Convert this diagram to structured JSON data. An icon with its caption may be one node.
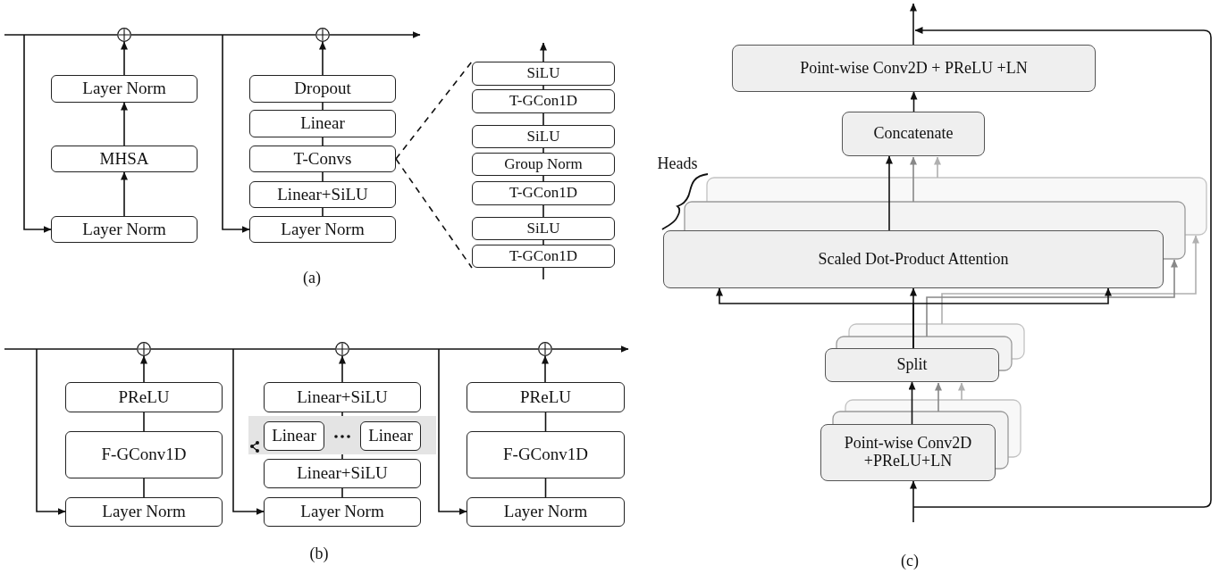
{
  "diagram": {
    "nodes": [
      {
        "text": [],
        "shape": "circle"
      },
      {
        "text": [],
        "shape": "circle"
      },
      {
        "text": [
          "Layer Norm"
        ]
      },
      {
        "text": [
          "MHSA"
        ]
      },
      {
        "text": [
          "Layer Norm"
        ]
      },
      {
        "text": [
          "Dropout"
        ]
      },
      {
        "text": [
          "Linear"
        ]
      },
      {
        "text": [
          "T-Convs"
        ]
      },
      {
        "text": [
          "Linear+SiLU"
        ]
      },
      {
        "text": [
          "Layer Norm"
        ]
      },
      {
        "text": [
          "SiLU"
        ]
      },
      {
        "text": [
          "T-GCon1D"
        ]
      },
      {
        "text": [
          "SiLU"
        ]
      },
      {
        "text": [
          "Group Norm"
        ]
      },
      {
        "text": [
          "T-GCon1D"
        ]
      },
      {
        "text": [
          "SiLU"
        ]
      },
      {
        "text": [
          "T-GCon1D"
        ]
      },
      {
        "text": [],
        "shape": "circle"
      },
      {
        "text": [],
        "shape": "circle"
      },
      {
        "text": [],
        "shape": "circle"
      },
      {
        "text": [
          "PReLU"
        ]
      },
      {
        "text": [
          "F-GConv1D"
        ]
      },
      {
        "text": [
          "Layer Norm"
        ]
      },
      {
        "text": [
          "Linear+SiLU"
        ]
      },
      {
        "text": [],
        "shape": "box"
      },
      {
        "text": [
          "Linear"
        ],
        "in": 24
      },
      {
        "text": [
          "Linear"
        ],
        "in": 24
      },
      {
        "text": [
          "Linear+SiLU"
        ]
      },
      {
        "text": [
          "Layer Norm"
        ]
      },
      {
        "text": [
          "PReLU"
        ]
      },
      {
        "text": [
          "F-GConv1D"
        ]
      },
      {
        "text": [
          "Layer Norm"
        ]
      },
      {
        "text": [
          "Point-wise Conv2D + PReLU +LN"
        ]
      },
      {
        "text": [
          "Concatenate"
        ]
      },
      {
        "text": [
          "Scaled Dot-Product Attention"
        ]
      },
      {
        "text": [
          "Split"
        ]
      },
      {
        "text": [
          "Point-wise Conv2D +PReLU+LN"
        ]
      }
    ],
    "edges": [
      {
        "from": null,
        "to": 0,
        "arrow": "none"
      },
      {
        "from": 0,
        "to": 1,
        "arrow": "none"
      },
      {
        "from": 1,
        "to": null,
        "arrow": "to"
      },
      {
        "from": null,
        "to": 4,
        "arrow": "to"
      },
      {
        "from": 4,
        "to": 3,
        "arrow": "to"
      },
      {
        "from": 3,
        "to": 2,
        "arrow": "to"
      },
      {
        "from": 2,
        "to": 0,
        "arrow": "to"
      },
      {
        "from": null,
        "to": 9,
        "arrow": "to"
      },
      {
        "from": 9,
        "to": 8,
        "arrow": "none"
      },
      {
        "from": 8,
        "to": 7,
        "arrow": "none"
      },
      {
        "from": 7,
        "to": 6,
        "arrow": "none"
      },
      {
        "from": 6,
        "to": 5,
        "arrow": "none"
      },
      {
        "from": 5,
        "to": 1,
        "arrow": "to"
      },
      {
        "from": 7,
        "to": 10,
        "arrow": "none",
        "style": "dashed"
      },
      {
        "from": 7,
        "to": 16,
        "arrow": "none",
        "style": "dashed"
      },
      {
        "from": null,
        "to": 16,
        "arrow": "none"
      },
      {
        "from": 16,
        "to": 15,
        "arrow": "none"
      },
      {
        "from": 15,
        "to": 14,
        "arrow": "none"
      },
      {
        "from": 14,
        "to": 13,
        "arrow": "none"
      },
      {
        "from": 13,
        "to": 12,
        "arrow": "none"
      },
      {
        "from": 12,
        "to": 11,
        "arrow": "none"
      },
      {
        "from": 11,
        "to": 10,
        "arrow": "none"
      },
      {
        "from": 10,
        "to": null,
        "arrow": "to"
      },
      {
        "from": null,
        "to": 17,
        "arrow": "none"
      },
      {
        "from": 17,
        "to": 18,
        "arrow": "none"
      },
      {
        "from": 18,
        "to": 19,
        "arrow": "none"
      },
      {
        "from": 19,
        "to": null,
        "arrow": "to"
      },
      {
        "from": null,
        "to": 22,
        "arrow": "to"
      },
      {
        "from": 22,
        "to": 21,
        "arrow": "none"
      },
      {
        "from": 21,
        "to": 20,
        "arrow": "none"
      },
      {
        "from": 20,
        "to": 17,
        "arrow": "to"
      },
      {
        "from": null,
        "to": 28,
        "arrow": "to"
      },
      {
        "from": 28,
        "to": 27,
        "arrow": "none"
      },
      {
        "from": 27,
        "to": 24,
        "arrow": "none"
      },
      {
        "from": 24,
        "to": 23,
        "arrow": "none"
      },
      {
        "from": 23,
        "to": 18,
        "arrow": "to"
      },
      {
        "from": null,
        "to": 31,
        "arrow": "to"
      },
      {
        "from": 31,
        "to": 30,
        "arrow": "none"
      },
      {
        "from": 30,
        "to": 29,
        "arrow": "none"
      },
      {
        "from": 29,
        "to": 19,
        "arrow": "to"
      },
      {
        "from": null,
        "to": 36,
        "arrow": "to"
      },
      {
        "from": 36,
        "to": 35,
        "arrow": "to"
      },
      {
        "from": 35,
        "to": 34,
        "arrow": "to"
      },
      {
        "from": 35,
        "to": 34,
        "arrow": "to"
      },
      {
        "from": 35,
        "to": 34,
        "arrow": "to"
      },
      {
        "from": 34,
        "to": 33,
        "arrow": "to"
      },
      {
        "from": 33,
        "to": 32,
        "arrow": "to"
      },
      {
        "from": 32,
        "to": null,
        "arrow": "to"
      }
    ],
    "labels": [
      "(a)",
      "Heads",
      "(b)",
      "(c)"
    ]
  }
}
